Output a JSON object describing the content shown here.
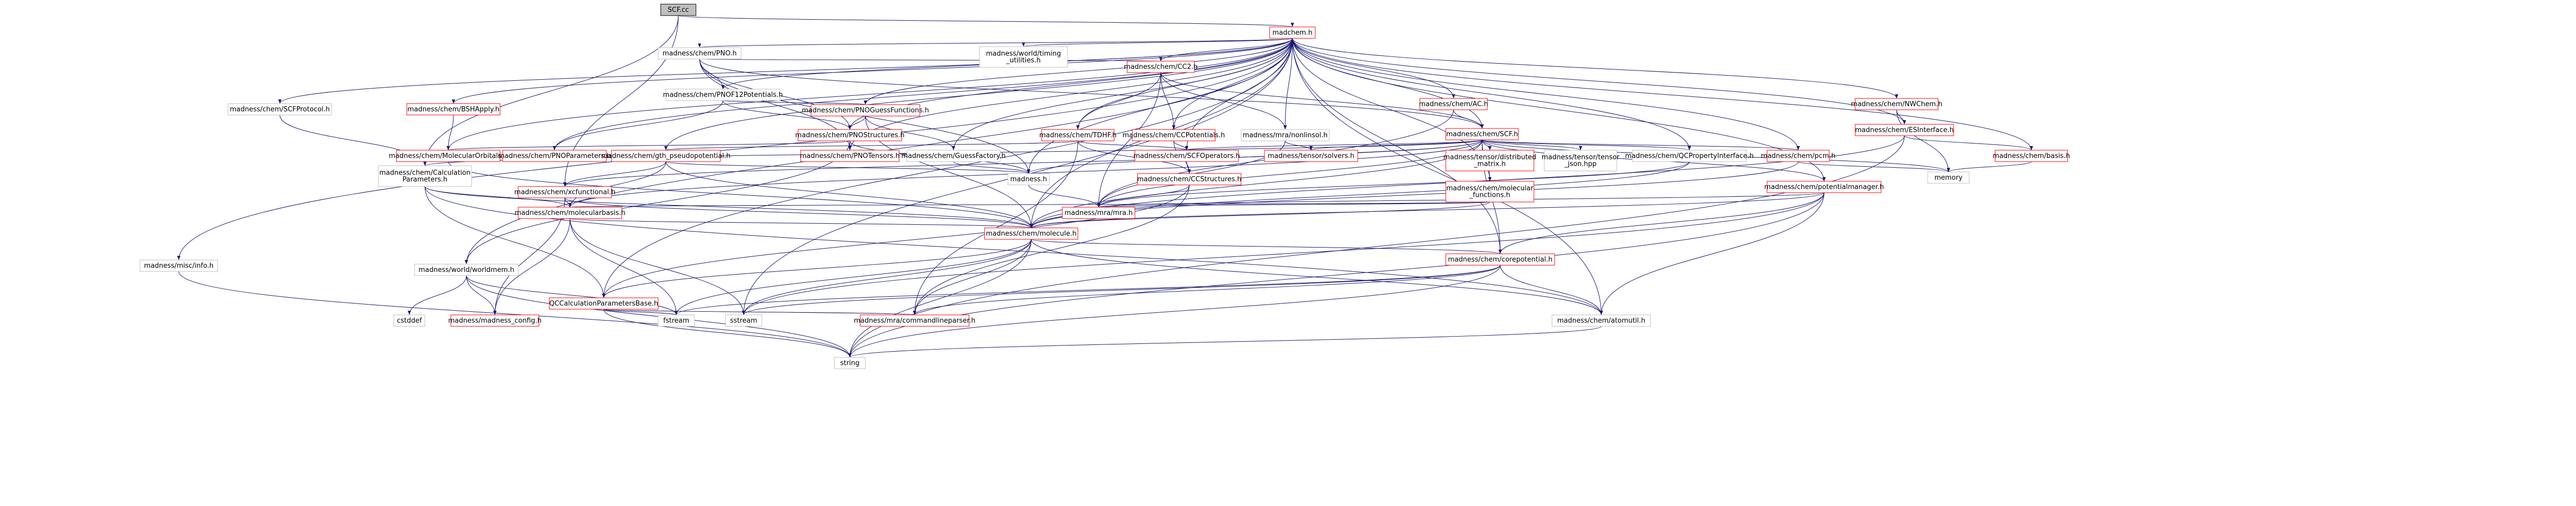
{
  "title": "SCF.cc",
  "colors": {
    "edge": "#191970",
    "node_border": "#bfbfbf",
    "node_border_expandable": "#ff0000",
    "root_fill": "#bfbfbf",
    "node_fill": "#ffffff",
    "text": "#000000"
  },
  "nodes": {
    "scf_cc": "SCF.cc",
    "chem_h": "madchem.h",
    "timing": "madness/world/timing\n_utilities.h",
    "pno_h": "madness/chem/PNO.h",
    "pnof12": "madness/chem/PNOF12Potentials.h",
    "pnoguess": "madness/chem/PNOGuessFunctions.h",
    "pnostruct": "madness/chem/PNOStructures.h",
    "scfproto": "madness/chem/SCFProtocol.h",
    "bshapply": "madness/chem/BSHApply.h",
    "molorb": "madness/chem/MolecularOrbitals.h",
    "pnoparam": "madness/chem/PNOParameters.h",
    "gth": "madness/chem/gth_pseudopotential.h",
    "pnotens": "madness/chem/PNOTensors.h",
    "guessfac": "madness/chem/GuessFactory.h",
    "madness_h": "madness.h",
    "cc2": "madness/chem/CC2.h",
    "tdhf": "madness/chem/TDHF.h",
    "ccpot": "madness/chem/CCPotentials.h",
    "nemotool": "madness/mra/nonlinsol.h",
    "scfops": "madness/chem/SCFOperators.h",
    "ccstruct": "madness/chem/CCStructures.h",
    "tensorsolvers": "madness/tensor/solvers.h",
    "ac_h": "madness/chem/AC.h",
    "scf_h": "madness/chem/SCF.h",
    "tensordist": "madness/tensor/distributed\n_matrix.h",
    "tensorjson": "madness/tensor/tensor\n_json.hpp",
    "molfunc": "madness/chem/molecular\n_functions.h",
    "qcprop": "madness/chem/QCPropertyInterface.h",
    "pcm": "madness/chem/pcm.h",
    "potmgr": "madness/chem/potentialmanager.h",
    "nwchem": "madness/chem/NWChem.h",
    "esinterface": "madness/chem/ESInterface.h",
    "basis": "madness/chem/basis.h",
    "memory": "memory",
    "misc_info": "madness/misc/info.h",
    "calcparam": "madness/chem/Calculation\nParameters.h",
    "xcfunc": "madness/chem/xcfunctional.h",
    "molbasis": "madness/chem/molecularbasis.h",
    "molecule": "madness/chem/molecule.h",
    "mra": "madness/mra/mra.h",
    "worldmem": "madness/world/worldmem.h",
    "qccalc": "QCCalculationParametersBase.h",
    "corepot": "madness/chem/corepotential.h",
    "cstddef": "cstddef",
    "config": "madness/madness_config.h",
    "fstream": "fstream",
    "sstream": "sstream",
    "cmdparser": "madness/mra/commandlineparser.h",
    "atomutil": "madness/chem/atomutil.h",
    "string": "string"
  }
}
